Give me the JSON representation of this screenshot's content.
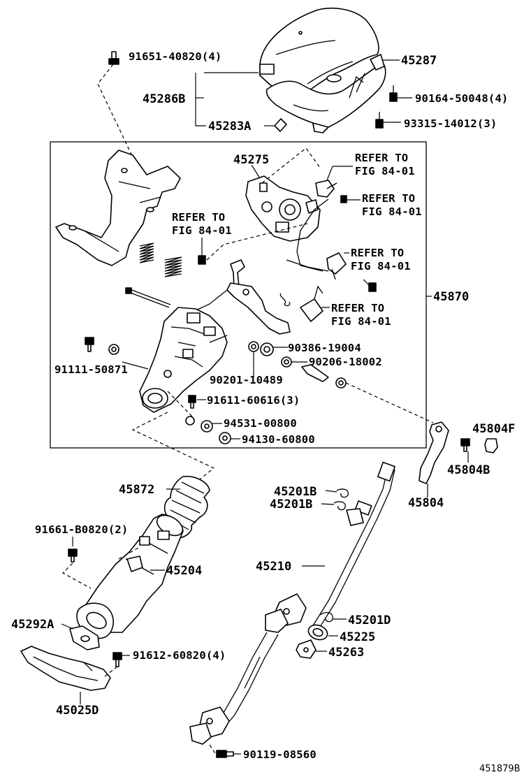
{
  "diagram": {
    "labels": {
      "p91651": "91651-40820(4)",
      "p45287": "45287",
      "p45286B": "45286B",
      "p90164": "90164-50048(4)",
      "p45283A": "45283A",
      "p93315": "93315-14012(3)",
      "p45275": "45275",
      "refer1_a": "REFER TO",
      "refer1_b": "FIG 84-01",
      "refer2_a": "REFER TO",
      "refer2_b": "FIG 84-01",
      "refer3_a": "REFER TO",
      "refer3_b": "FIG 84-01",
      "refer4_a": "REFER TO",
      "refer4_b": "FIG 84-01",
      "refer5_a": "REFER TO",
      "refer5_b": "FIG 84-01",
      "p45870": "45870",
      "p90386": "90386-19004",
      "p90206": "90206-18002",
      "p91111": "91111-50871",
      "p90201": "90201-10489",
      "p91611": "91611-60616(3)",
      "p94531": "94531-00800",
      "p94130": "94130-60800",
      "p45804F": "45804F",
      "p45804B": "45804B",
      "p45804": "45804",
      "p45872": "45872",
      "p45201B_1": "45201B",
      "p45201B_2": "45201B",
      "p91661": "91661-B0820(2)",
      "p45204": "45204",
      "p45210": "45210",
      "p45292A": "45292A",
      "p45201D": "45201D",
      "p45225": "45225",
      "p91612": "91612-60820(4)",
      "p45263": "45263",
      "p45025D": "45025D",
      "p90119": "90119-08560",
      "figure_id": "451879B"
    }
  }
}
